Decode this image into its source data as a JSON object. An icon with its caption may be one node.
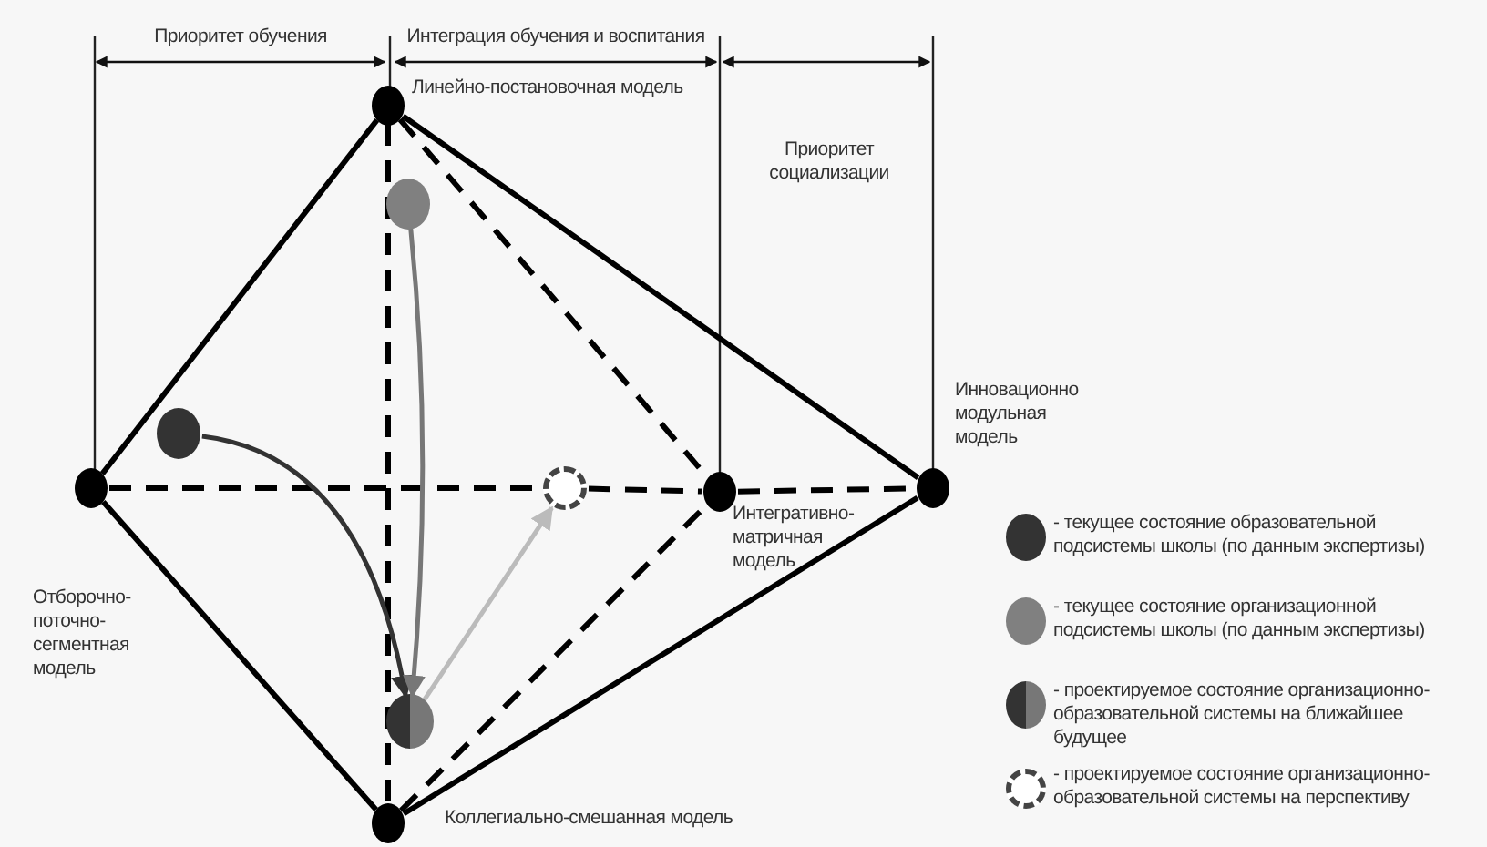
{
  "diagram": {
    "nodes": [
      {
        "text": [
          "Линейно-постановочная модель"
        ]
      },
      {
        "text": [
          "Отборочно-поточно-сегментная модель"
        ]
      },
      {
        "text": [
          "Интегративно-матричная модель"
        ]
      },
      {
        "text": [
          "Инновационно модульная модель"
        ]
      },
      {
        "text": [
          "Коллегиально-смешанная модель"
        ]
      },
      {
        "text": [],
        "shape": "circle"
      },
      {
        "text": [],
        "shape": "circle"
      },
      {
        "text": [],
        "shape": "circle"
      },
      {
        "text": [],
        "shape": "circle"
      }
    ],
    "edges": [
      {
        "from": 0,
        "to": 1,
        "arrow": "none"
      },
      {
        "from": 0,
        "to": 3,
        "arrow": "none"
      },
      {
        "from": 1,
        "to": 4,
        "arrow": "none"
      },
      {
        "from": 4,
        "to": 3,
        "arrow": "none"
      },
      {
        "from": 0,
        "to": 4,
        "arrow": "none",
        "style": "dashed"
      },
      {
        "from": 1,
        "to": 8,
        "arrow": "none",
        "style": "dashed"
      },
      {
        "from": 8,
        "to": 2,
        "arrow": "none",
        "style": "dashed"
      },
      {
        "from": 2,
        "to": 3,
        "arrow": "none",
        "style": "dashed"
      },
      {
        "from": 0,
        "to": 2,
        "arrow": "none",
        "style": "dashed"
      },
      {
        "from": 4,
        "to": 2,
        "arrow": "none",
        "style": "dashed"
      },
      {
        "from": 5,
        "to": 7,
        "arrow": "to",
        "color": "#333333"
      },
      {
        "from": 6,
        "to": 7,
        "arrow": "to",
        "color": "#777777"
      },
      {
        "from": 7,
        "to": 8,
        "arrow": "to",
        "color": "#bbbbbb"
      }
    ],
    "labels": [
      "Приоритет обучения",
      "Интеграция обучения и воспитания",
      "Приоритет социализации"
    ],
    "legend": [
      {
        "text": "- текущее состояние образовательной подсистемы школы (по данным экспертизы)",
        "color": "#333333"
      },
      {
        "text": "- текущее состояние организационной подсистемы школы (по данным экспертизы)",
        "color": "#808080"
      },
      {
        "text": "- проектируемое состояние организационно-образовательной системы на ближайшее будущее"
      },
      {
        "text": "- проектируемое состояние организационно-образовательной системы на перспективу"
      }
    ]
  }
}
